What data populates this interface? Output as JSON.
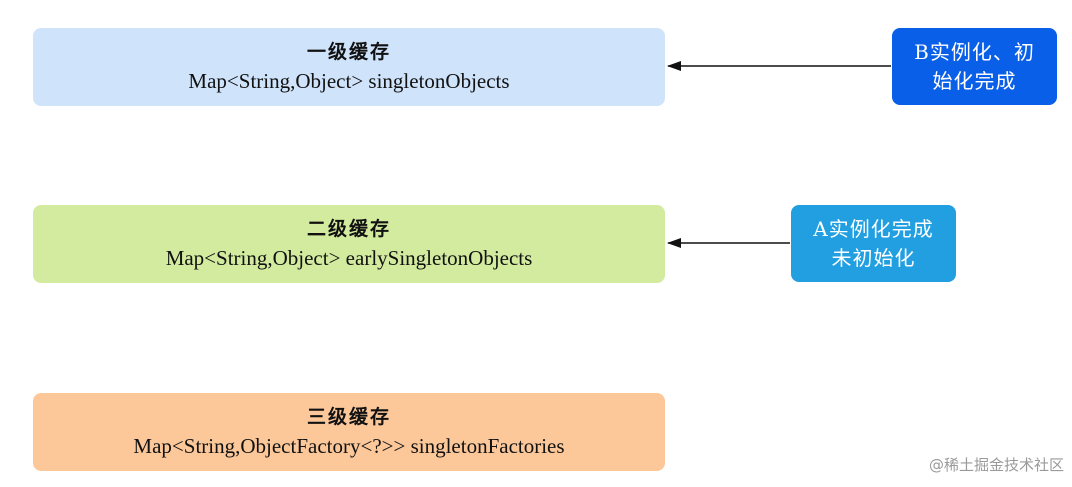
{
  "caches": [
    {
      "title": "一级缓存",
      "field": "Map<String,Object> singletonObjects",
      "color": "#cfe3fb"
    },
    {
      "title": "二级缓存",
      "field": "Map<String,Object> earlySingletonObjects",
      "color": "#d3eb9f"
    },
    {
      "title": "三级缓存",
      "field": "Map<String,ObjectFactory<?>> singletonFactories",
      "color": "#fcc89a"
    }
  ],
  "states": {
    "b": {
      "line1": "B实例化、初",
      "line2": "始化完成",
      "color": "#0a5fe8"
    },
    "a": {
      "line1": "A实例化完成",
      "line2": "未初始化",
      "color": "#219fe0"
    }
  },
  "watermark": "@稀土掘金技术社区"
}
